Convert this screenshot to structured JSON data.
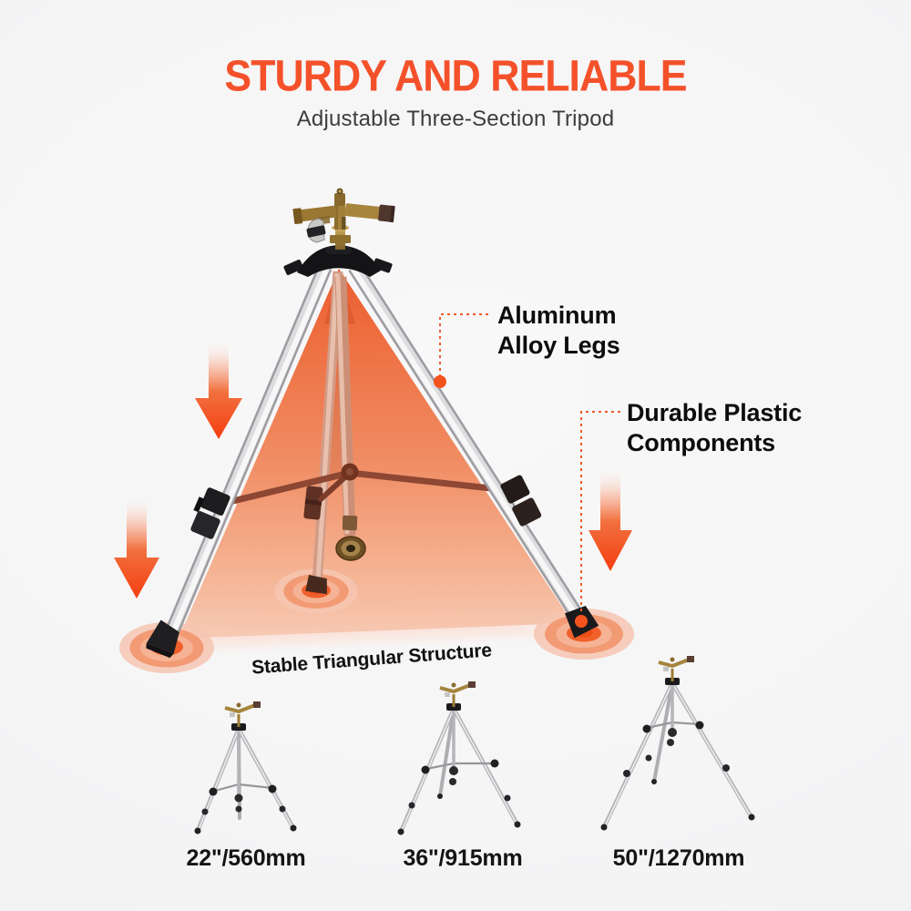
{
  "header": {
    "title": "STURDY AND RELIABLE",
    "subtitle": "Adjustable Three-Section Tripod"
  },
  "diagram": {
    "callout_aluminum": {
      "line1": "Aluminum",
      "line2": "Alloy Legs"
    },
    "callout_plastic": {
      "line1": "Durable Plastic",
      "line2": "Components"
    },
    "caption": "Stable Triangular Structure"
  },
  "variants": [
    {
      "label": "22\"/560mm"
    },
    {
      "label": "36\"/915mm"
    },
    {
      "label": "50\"/1270mm"
    }
  ],
  "colors": {
    "accent_orange": "#f4512b",
    "arrow_orange": "#f43d10",
    "leader_orange": "#f05a2a",
    "background": "#f5f5f6",
    "text_dark": "#0c0c0c"
  },
  "icons": {
    "down_arrow": "down-arrow-icon",
    "leader_dot": "leader-dot-icon",
    "ground_ripple": "ripple-icon"
  }
}
